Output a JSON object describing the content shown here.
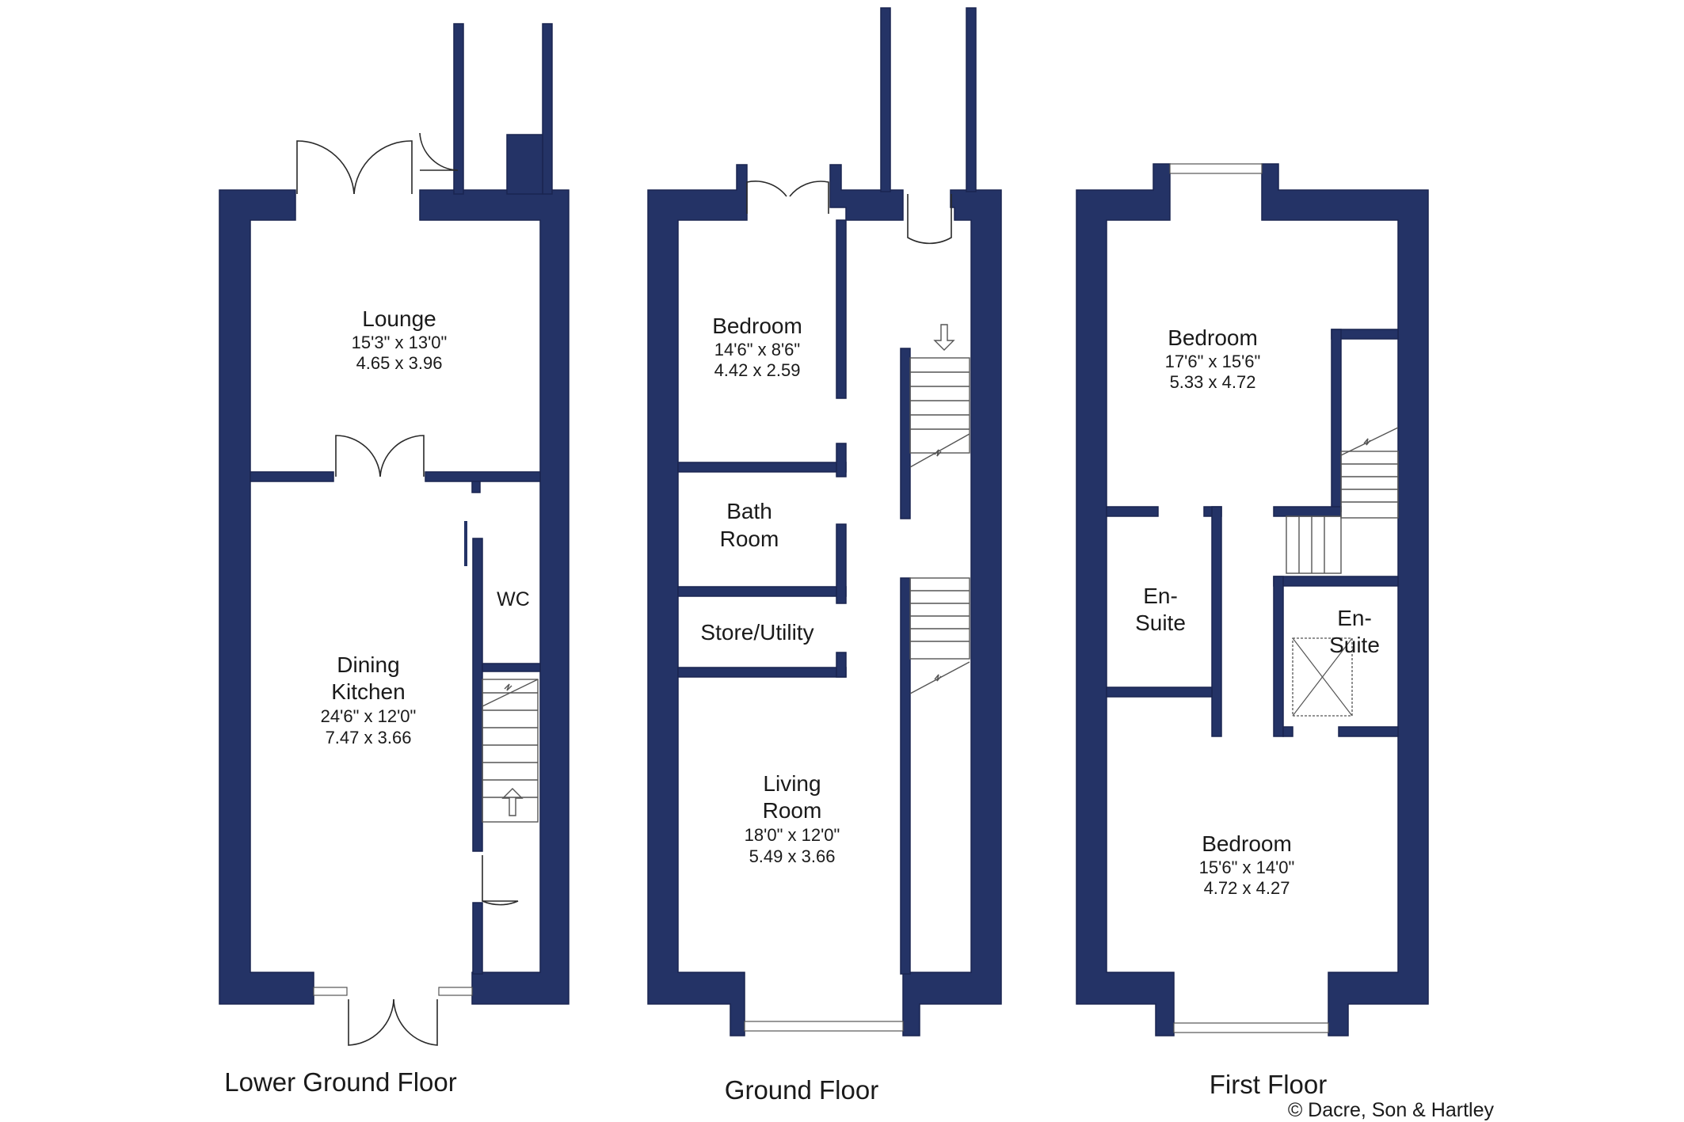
{
  "floors": {
    "lower": {
      "label": "Lower Ground Floor",
      "rooms": {
        "lounge": {
          "name": "Lounge",
          "dim_imperial": "15'3\" x 13'0\"",
          "dim_metric": "4.65 x 3.96"
        },
        "dining": {
          "name_line1": "Dining",
          "name_line2": "Kitchen",
          "dim_imperial": "24'6\" x 12'0\"",
          "dim_metric": "7.47 x 3.66"
        },
        "wc": {
          "name": "WC"
        }
      }
    },
    "ground": {
      "label": "Ground Floor",
      "rooms": {
        "bedroom": {
          "name": "Bedroom",
          "dim_imperial": "14'6\" x 8'6\"",
          "dim_metric": "4.42 x 2.59"
        },
        "bath": {
          "name_line1": "Bath",
          "name_line2": "Room"
        },
        "store": {
          "name": "Store/Utility"
        },
        "living": {
          "name_line1": "Living",
          "name_line2": "Room",
          "dim_imperial": "18'0\" x 12'0\"",
          "dim_metric": "5.49 x 3.66"
        }
      }
    },
    "first": {
      "label": "First Floor",
      "rooms": {
        "bedroom_rear": {
          "name": "Bedroom",
          "dim_imperial": "17'6\" x 15'6\"",
          "dim_metric": "5.33 x 4.72"
        },
        "ensuite_left": {
          "name_line1": "En-",
          "name_line2": "Suite"
        },
        "ensuite_right": {
          "name_line1": "En-",
          "name_line2": "Suite"
        },
        "bedroom_front": {
          "name": "Bedroom",
          "dim_imperial": "15'6\" x 14'0\"",
          "dim_metric": "4.72 x 4.27"
        }
      }
    }
  },
  "copyright": "© Dacre, Son & Hartley",
  "colors": {
    "wall": "#243366",
    "background": "#ffffff"
  }
}
